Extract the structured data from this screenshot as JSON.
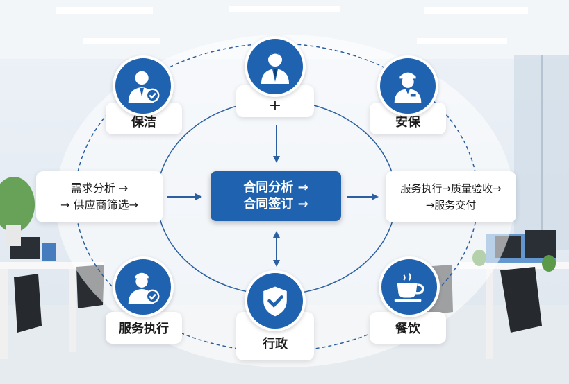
{
  "center": {
    "line1": "合同分析 →",
    "line2": "合同签订 →"
  },
  "left_box": {
    "line1": "需求分析 →",
    "line2": "→ 供应商筛选→"
  },
  "right_box": {
    "line1": "服务执行→质量验收→",
    "line2": "→服务交付"
  },
  "nodes": {
    "top": {
      "label": "+",
      "icon": "businessman-icon"
    },
    "cleaning": {
      "label": "保洁",
      "icon": "worker-check-icon"
    },
    "security": {
      "label": "安保",
      "icon": "security-guard-icon"
    },
    "execution": {
      "label": "服务执行",
      "icon": "worker-check-icon"
    },
    "admin": {
      "label": "行政",
      "icon": "shield-check-icon"
    },
    "catering": {
      "label": "餐饮",
      "icon": "coffee-cup-icon"
    }
  },
  "colors": {
    "accent": "#1f62b0",
    "line": "#2b5fa0"
  }
}
